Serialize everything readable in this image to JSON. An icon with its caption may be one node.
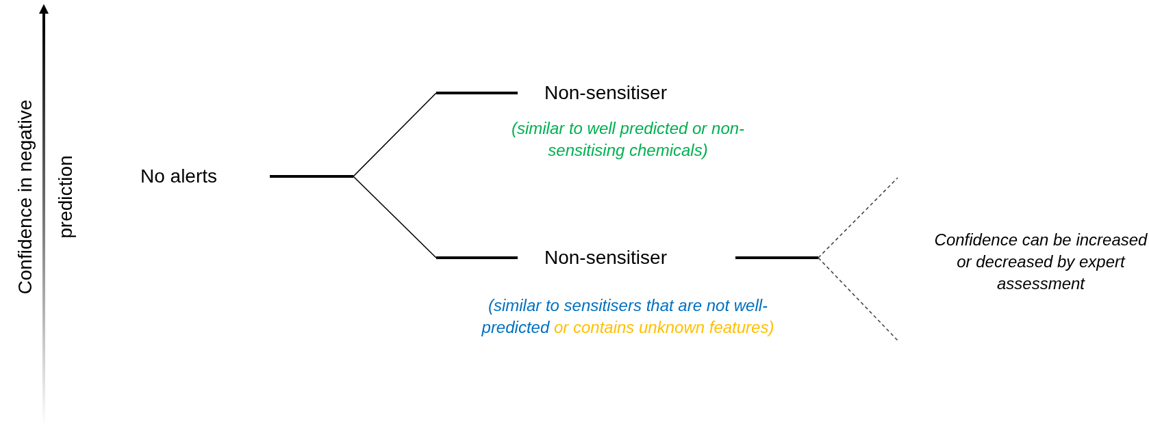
{
  "diagram": {
    "nodes": [
      {
        "text": [
          "No alerts"
        ]
      },
      {
        "text": [
          "Non-sensitiser"
        ],
        "beside": [
          "(similar to well predicted or non-sensitising chemicals)"
        ]
      },
      {
        "text": [
          "Non-sensitiser"
        ],
        "beside": [
          "(similar to sensitisers that are not well-predicted",
          "or contains unknown features)"
        ]
      }
    ],
    "edges": [
      {
        "from": 0,
        "to": 1,
        "arrow": "none"
      },
      {
        "from": 0,
        "to": 2,
        "arrow": "none"
      },
      {
        "from": 2,
        "to": null,
        "arrow": "none",
        "style": "dashed"
      },
      {
        "from": 2,
        "to": null,
        "arrow": "none",
        "style": "dashed"
      }
    ],
    "labels": [
      "Confidence in negative prediction",
      "Confidence can be increased or decreased by expert assessment"
    ]
  }
}
